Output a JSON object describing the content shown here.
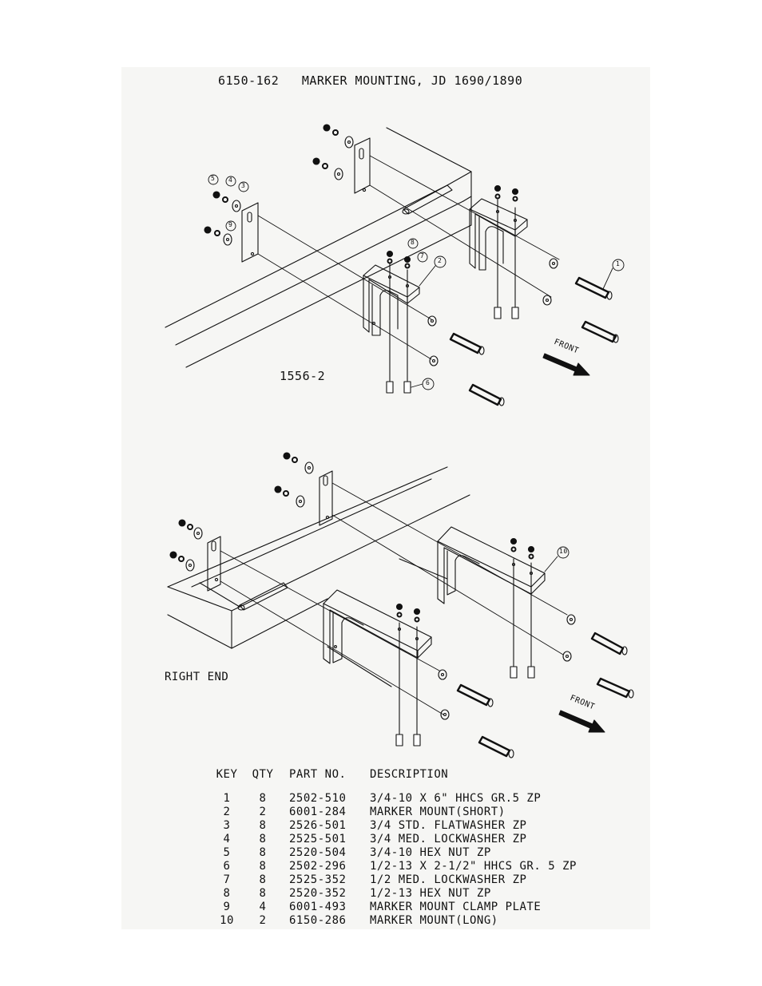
{
  "header": {
    "title": "6150-162   MARKER MOUNTING, JD 1690/1890"
  },
  "top_view": {
    "drawing_no": "1556-2",
    "front_label": "FRONT"
  },
  "bottom_view": {
    "label": "RIGHT END",
    "front_label": "FRONT"
  },
  "callouts": [
    "1",
    "2",
    "3",
    "4",
    "5",
    "6",
    "7",
    "8",
    "9",
    "10"
  ],
  "parts_table": {
    "headers": {
      "key": "KEY",
      "qty": "QTY",
      "part_no": "PART NO.",
      "description": "DESCRIPTION"
    },
    "rows": [
      {
        "key": "1",
        "qty": "8",
        "part_no": "2502-510",
        "description": "3/4-10 X 6\" HHCS GR.5 ZP"
      },
      {
        "key": "2",
        "qty": "2",
        "part_no": "6001-284",
        "description": "MARKER MOUNT(SHORT)"
      },
      {
        "key": "3",
        "qty": "8",
        "part_no": "2526-501",
        "description": "3/4 STD. FLATWASHER ZP"
      },
      {
        "key": "4",
        "qty": "8",
        "part_no": "2525-501",
        "description": "3/4 MED. LOCKWASHER ZP"
      },
      {
        "key": "5",
        "qty": "8",
        "part_no": "2520-504",
        "description": "3/4-10 HEX NUT ZP"
      },
      {
        "key": "6",
        "qty": "8",
        "part_no": "2502-296",
        "description": "1/2-13 X 2-1/2\" HHCS GR. 5 ZP"
      },
      {
        "key": "7",
        "qty": "8",
        "part_no": "2525-352",
        "description": "1/2 MED. LOCKWASHER ZP"
      },
      {
        "key": "8",
        "qty": "8",
        "part_no": "2520-352",
        "description": "1/2-13 HEX NUT ZP"
      },
      {
        "key": "9",
        "qty": "4",
        "part_no": "6001-493",
        "description": "MARKER MOUNT CLAMP PLATE"
      },
      {
        "key": "10",
        "qty": "2",
        "part_no": "6150-286",
        "description": "MARKER MOUNT(LONG)"
      }
    ]
  }
}
